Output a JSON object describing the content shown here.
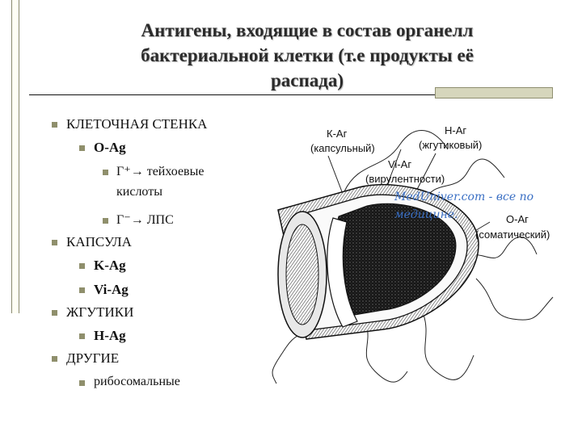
{
  "title": {
    "line1": "Антигены, входящие в состав органелл",
    "line2": "бактериальной клетки (т.е продукты её",
    "line3": "распада)"
  },
  "list": {
    "cell_wall": "КЛЕТОЧНАЯ СТЕНКА",
    "o_ag": "O-Ag",
    "gram_pos_1": "Г⁺→ тейхоевые",
    "gram_pos_2": "кислоты",
    "gram_neg": "Г⁻→ ЛПС",
    "capsule": "КАПСУЛА",
    "k_ag": "K-Ag",
    "vi_ag": "Vi-Ag",
    "flagella": "ЖГУТИКИ",
    "h_ag": "H-Ag",
    "other": "ДРУГИЕ",
    "ribosomal": "рибосомальные"
  },
  "diagram": {
    "k_ag_1": "К-Аг",
    "k_ag_2": "(капсульный)",
    "h_ag_1": "Н-Аг",
    "h_ag_2": "(жгутиковый)",
    "vi_ag_1": "Vi-Аг",
    "vi_ag_2": "(вирулентности)",
    "o_ag_1": "О-Аг",
    "o_ag_2": "(соматический)",
    "watermark_1": "MedUniver.com - все по",
    "watermark_2": "медицине."
  },
  "colors": {
    "bullet": "#8f8f6c",
    "watermark": "#3a6fc4"
  }
}
